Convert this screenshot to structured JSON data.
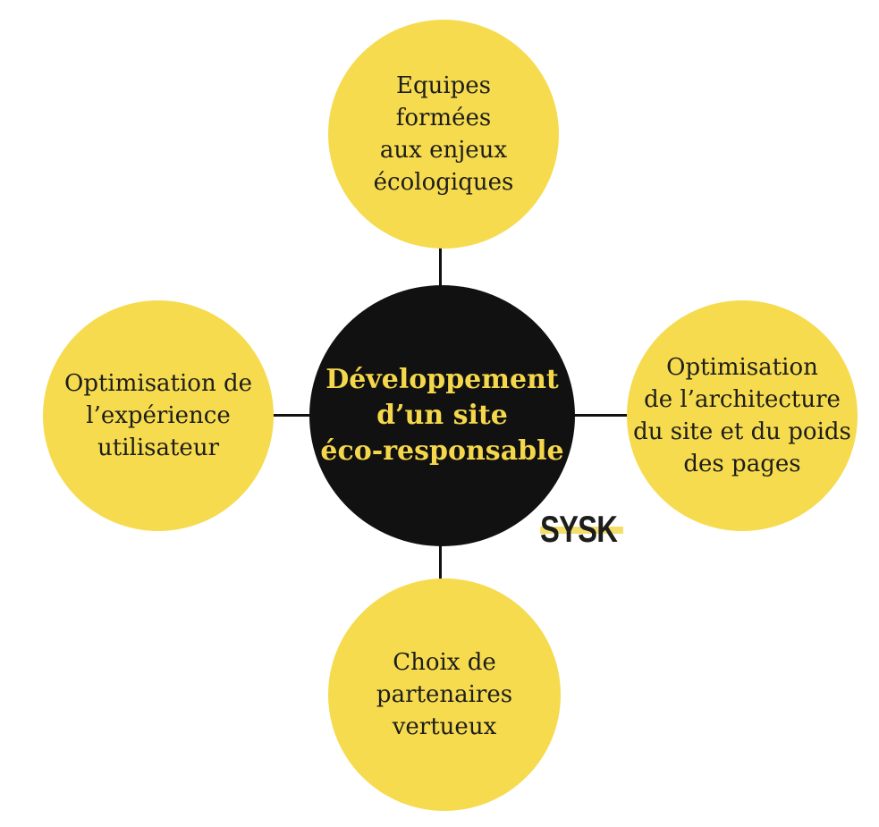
{
  "diagram": {
    "title_node": {
      "label": "Développement\nd’un site\néco-responsable"
    },
    "nodes": [
      {
        "id": "top",
        "label": "Equipes\nformées\naux enjeux\nécologiques"
      },
      {
        "id": "right",
        "label": "Optimisation\nde l’architecture\ndu site et du poids\ndes pages"
      },
      {
        "id": "bottom",
        "label": "Choix de\npartenaires\nvertueux"
      },
      {
        "id": "left",
        "label": "Optimisation de\nl’expérience\nutilisateur"
      }
    ],
    "logo": {
      "text": "SYSK"
    },
    "colors": {
      "node_fill": "#F6DB4E",
      "center_fill": "#111111",
      "center_text": "#F5D74B",
      "node_text": "#1d1d1b",
      "logo_stripe": "#F4DE6B",
      "background": "#ffffff"
    }
  }
}
